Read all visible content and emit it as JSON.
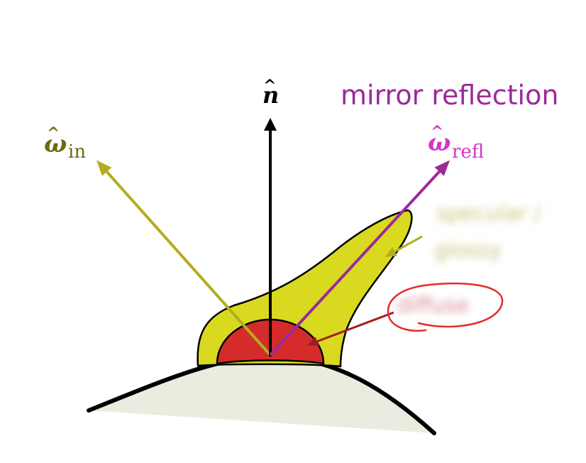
{
  "labels": {
    "normal": "n",
    "hat": "^",
    "omega": "ω",
    "incoming_sub": "in",
    "reflected_sub": "refl",
    "mirror_reflection": "mirror reflection"
  },
  "obscured_labels": {
    "specular_line1": "specular /",
    "specular_line2": "glossy",
    "diffuse": "diffuse"
  },
  "colors": {
    "incoming": "#b3ad1f",
    "incoming_text": "#6e6a10",
    "normal": "#000000",
    "reflected": "#9b2a9b",
    "reflected_text": "#d236c8",
    "mirror_text": "#9b2a9b",
    "specular_lobe": "#d9d91f",
    "diffuse_lobe": "#d62b2b",
    "surface_fill": "#ecebe0",
    "diffuse_pointer": "#a11e1e",
    "circle_mark": "#e52b2b"
  }
}
